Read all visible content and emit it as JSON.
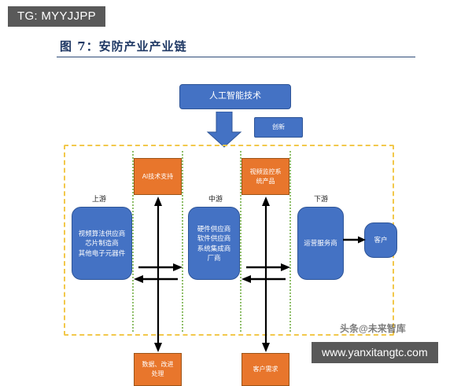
{
  "banner": {
    "tg_label": "TG: MYYJJPP"
  },
  "figure": {
    "title": "图 7：安防产业产业链"
  },
  "colors": {
    "blue": "#4472C4",
    "orange": "#E8762C",
    "frame_dashed": "#F2C84B",
    "lane_dotted": "#8FBF6A",
    "title": "#1F3864",
    "banner_bg": "#595959"
  },
  "diagram": {
    "top": {
      "ai_technology": "人工智能技术",
      "innovation": "创新",
      "down_arrow_icon": "down-arrow-icon"
    },
    "stage_labels": {
      "upstream": "上游",
      "midstream": "中游",
      "downstream": "下游"
    },
    "upstream": {
      "lines": [
        "视频算法供应商",
        "芯片制造商",
        "其他电子元器件"
      ]
    },
    "midstream": {
      "lines": [
        "硬件供应商",
        "软件供应商",
        "系统集成商",
        "厂商"
      ]
    },
    "downstream": {
      "lines": [
        "运营服务商"
      ]
    },
    "customer": {
      "lines": [
        "客户"
      ]
    },
    "lane_1": {
      "top_box": [
        "AI技术支持"
      ],
      "bottom_box": [
        "数据、改进",
        "处理"
      ]
    },
    "lane_2": {
      "top_box": [
        "视频监控系",
        "统产品"
      ],
      "bottom_box": [
        "客户需求"
      ]
    }
  },
  "watermarks": {
    "toutiao": "头条@未来智库",
    "url": "www.yanxitangtc.com"
  }
}
